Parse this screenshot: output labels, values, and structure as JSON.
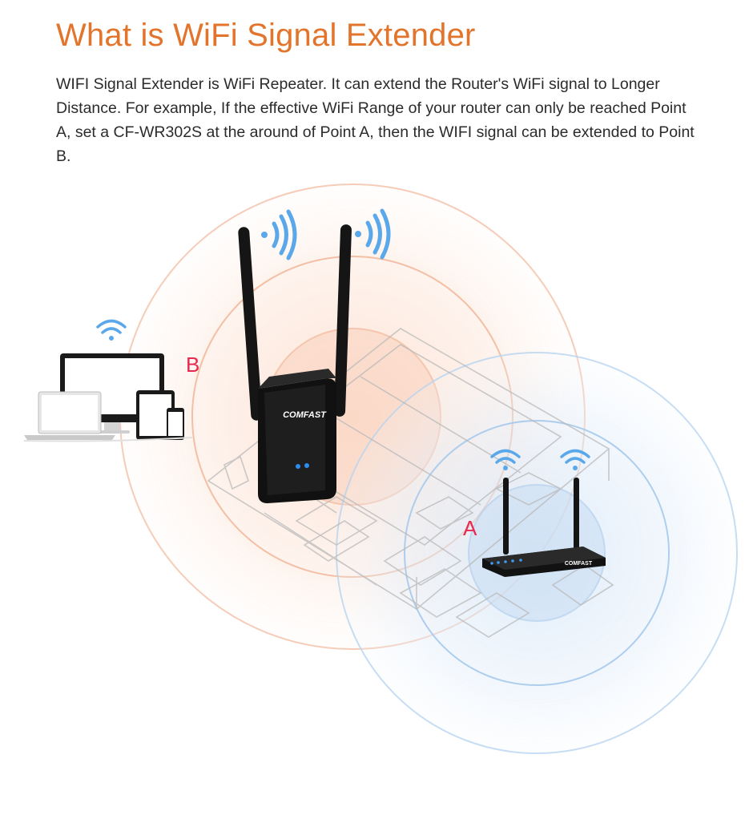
{
  "title": "What is WiFi Signal Extender",
  "description": "WIFI Signal Extender is WiFi Repeater. It can extend the Router's WiFi signal to Longer Distance. For example, If the effective WiFi Range of your router can only be reached Point A, set a CF-WR302S at the around of Point A, then the WIFI signal can be extended to Point B.",
  "diagram": {
    "point_a": "A",
    "point_b": "B",
    "extender_brand": "COMFAST",
    "router_brand": "COMFAST"
  },
  "colors": {
    "title": "#e2742b",
    "point_label": "#e8284f",
    "extender_range": "#f6c2a6",
    "router_range": "#a9cdef",
    "wifi_waves": "#5aa8ea"
  },
  "icons": {
    "devices": "computer-devices-icon",
    "wifi": "wifi-icon",
    "extender": "extender-device",
    "router": "router-device"
  }
}
